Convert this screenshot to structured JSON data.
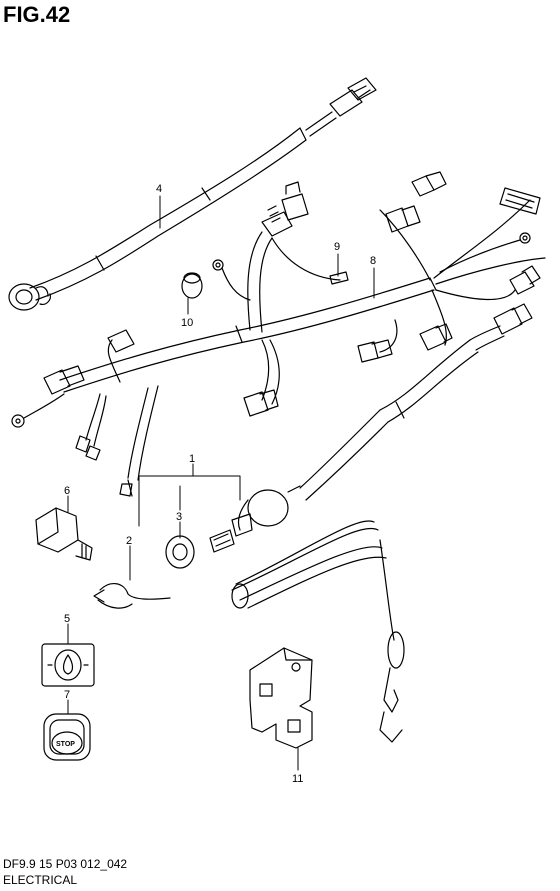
{
  "figure": {
    "title": "FIG.42"
  },
  "footer": {
    "code": "DF9.9 15 P03 012_042",
    "section": "ELECTRICAL"
  },
  "callouts": [
    "1",
    "2",
    "3",
    "4",
    "5",
    "6",
    "7",
    "8",
    "9",
    "10",
    "11"
  ],
  "stop_label": "STOP"
}
